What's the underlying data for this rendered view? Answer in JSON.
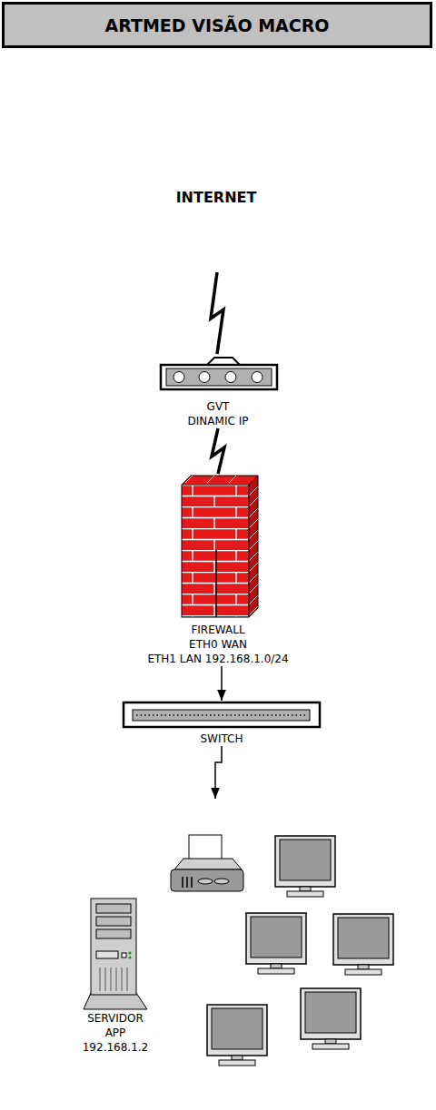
{
  "diagram": {
    "title": "ARTMED VISÃO MACRO",
    "nodes": [
      {
        "text": [
          "INTERNET"
        ]
      },
      {
        "text": [
          "GVT",
          "DINAMIC IP"
        ]
      },
      {
        "text": [
          "FIREWALL",
          "ETH0 WAN",
          "ETH1 LAN 192.168.1.0/24"
        ]
      },
      {
        "text": [
          "SWITCH"
        ]
      },
      {
        "text": []
      },
      {
        "text": [
          "SERVIDOR",
          "APP",
          "192.168.1.2"
        ],
        "in": 4
      }
    ],
    "edges": [
      {
        "from": 0,
        "to": 1,
        "arrow": "none"
      },
      {
        "from": 1,
        "to": 2,
        "arrow": "none"
      },
      {
        "from": 2,
        "to": 3,
        "arrow": "to"
      },
      {
        "from": 3,
        "to": 4,
        "arrow": "to"
      }
    ]
  }
}
